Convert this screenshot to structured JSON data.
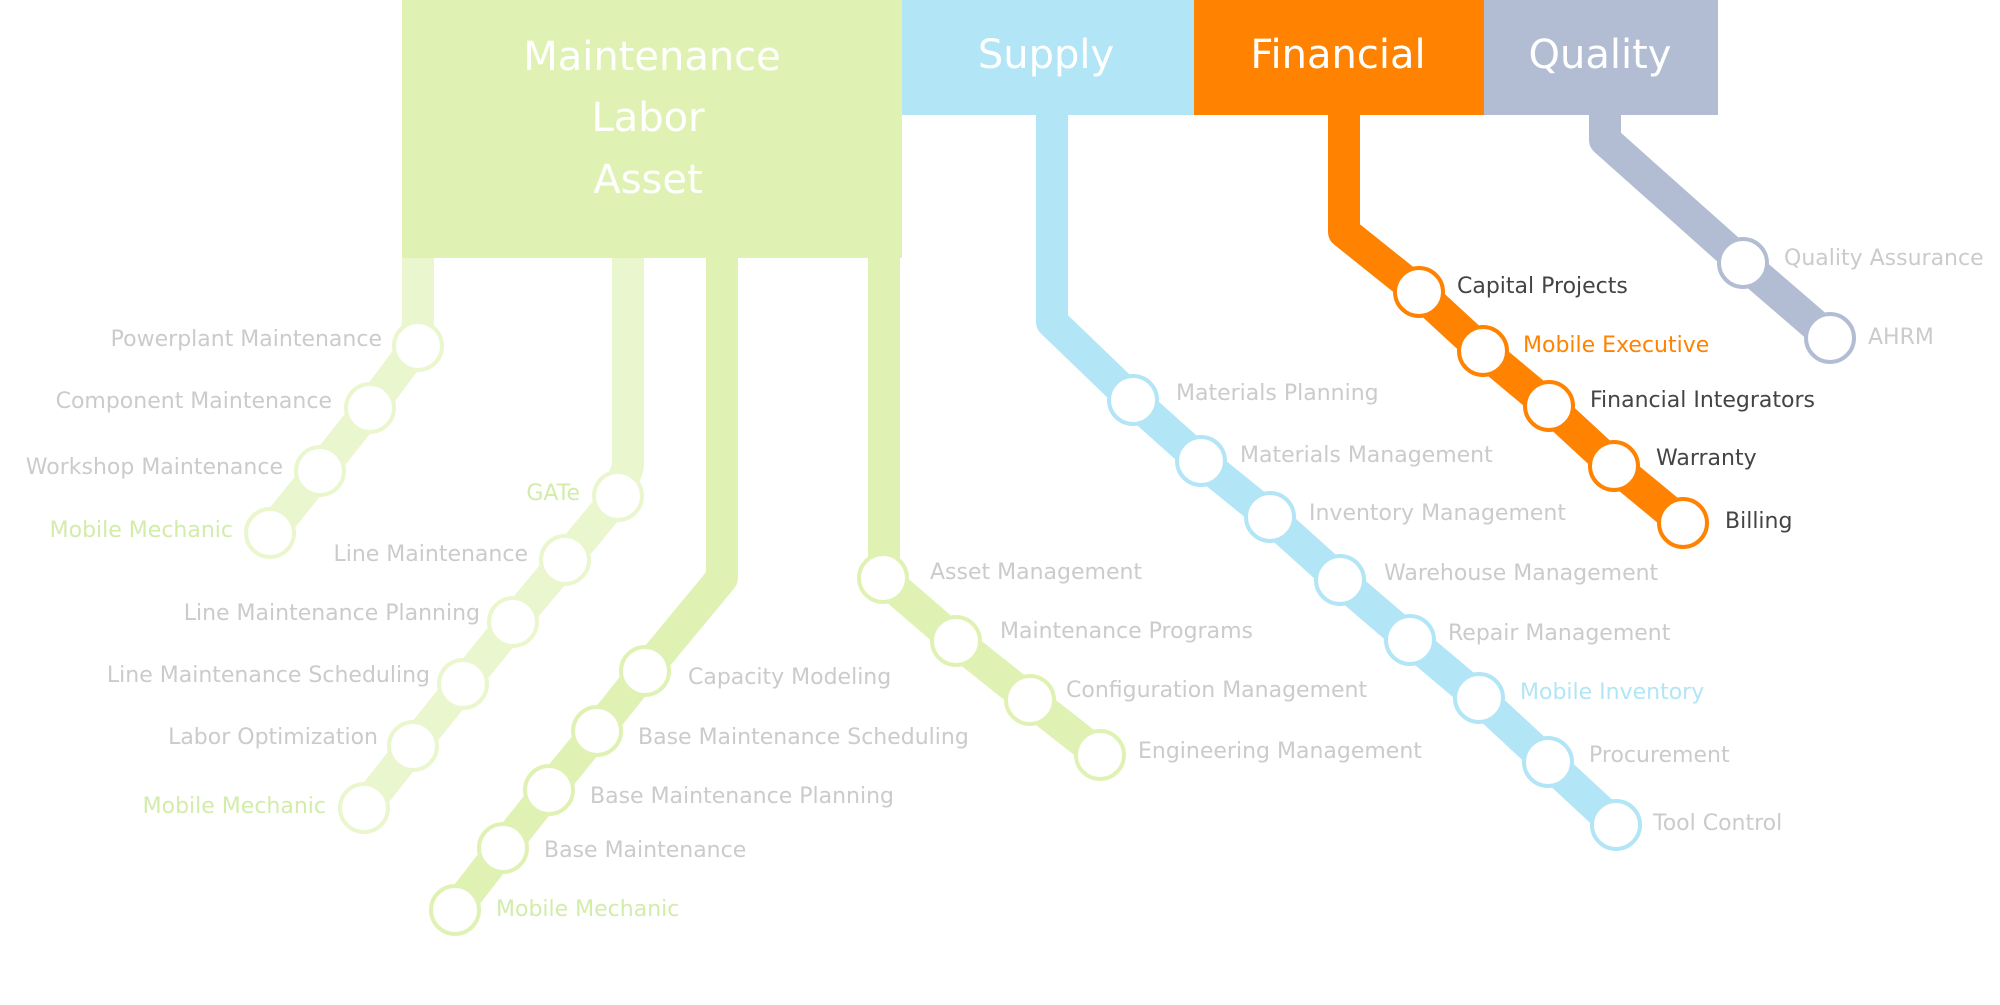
{
  "colors": {
    "maintenance": "#dff2b3",
    "maintenance_faint": "#eaf6cd",
    "maintenance_text": "#d2ecaa",
    "supply": "#b2e5f5",
    "supply_text": "#b2e5f5",
    "financial": "#ff8200",
    "quality": "#b2bdd4",
    "label_gray": "#cbcbcb",
    "label_dark": "#444444",
    "header_text": "#ffffff"
  },
  "headers": {
    "maintenance": [
      "Maintenance",
      "Labor",
      "Asset"
    ],
    "supply": "Supply",
    "financial": "Financial",
    "quality": "Quality"
  },
  "lines": [
    {
      "id": "powerplant-line",
      "group": "maintenance",
      "stations": [
        {
          "label": "Powerplant Maintenance",
          "style": "gray"
        },
        {
          "label": "Component Maintenance",
          "style": "gray"
        },
        {
          "label": "Workshop Maintenance",
          "style": "gray"
        },
        {
          "label": "Mobile Mechanic",
          "style": "accent"
        }
      ]
    },
    {
      "id": "line-maintenance-line",
      "group": "maintenance",
      "stations": [
        {
          "label": "GATe",
          "style": "accent"
        },
        {
          "label": "Line Maintenance",
          "style": "gray"
        },
        {
          "label": "Line Maintenance Planning",
          "style": "gray"
        },
        {
          "label": "Line Maintenance Scheduling",
          "style": "gray"
        },
        {
          "label": "Labor Optimization",
          "style": "gray"
        },
        {
          "label": "Mobile Mechanic",
          "style": "accent"
        }
      ]
    },
    {
      "id": "base-maintenance-line",
      "group": "maintenance",
      "stations": [
        {
          "label": "Capacity Modeling",
          "style": "gray"
        },
        {
          "label": "Base Maintenance Scheduling",
          "style": "gray"
        },
        {
          "label": "Base Maintenance Planning",
          "style": "gray"
        },
        {
          "label": "Base Maintenance",
          "style": "gray"
        },
        {
          "label": "Mobile Mechanic",
          "style": "accent"
        }
      ]
    },
    {
      "id": "asset-line",
      "group": "maintenance",
      "stations": [
        {
          "label": "Asset Management",
          "style": "gray"
        },
        {
          "label": "Maintenance Programs",
          "style": "gray"
        },
        {
          "label": "Configuration Management",
          "style": "gray"
        },
        {
          "label": "Engineering Management",
          "style": "gray"
        }
      ]
    },
    {
      "id": "supply-line",
      "group": "supply",
      "stations": [
        {
          "label": "Materials Planning",
          "style": "gray"
        },
        {
          "label": "Materials Management",
          "style": "gray"
        },
        {
          "label": "Inventory Management",
          "style": "gray"
        },
        {
          "label": "Warehouse Management",
          "style": "gray"
        },
        {
          "label": "Repair Management",
          "style": "gray"
        },
        {
          "label": "Mobile Inventory",
          "style": "accent"
        },
        {
          "label": "Procurement",
          "style": "gray"
        },
        {
          "label": "Tool Control",
          "style": "gray"
        }
      ]
    },
    {
      "id": "financial-line",
      "group": "financial",
      "stations": [
        {
          "label": "Capital Projects",
          "style": "dark"
        },
        {
          "label": "Mobile Executive",
          "style": "accent"
        },
        {
          "label": "Financial Integrators",
          "style": "dark"
        },
        {
          "label": "Warranty",
          "style": "dark"
        },
        {
          "label": "Billing",
          "style": "dark"
        }
      ]
    },
    {
      "id": "quality-line",
      "group": "quality",
      "stations": [
        {
          "label": "Quality Assurance",
          "style": "gray"
        },
        {
          "label": "AHRM",
          "style": "gray"
        }
      ]
    }
  ]
}
